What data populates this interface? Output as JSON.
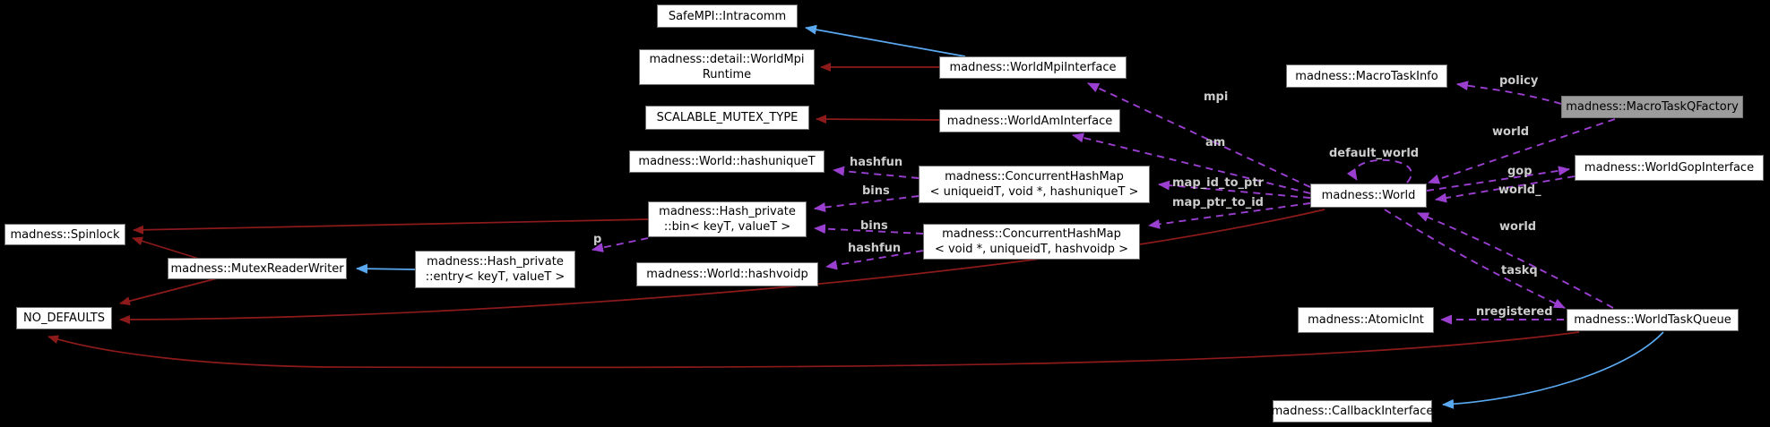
{
  "diagram": {
    "type": "collaboration-graph",
    "background": "#000000",
    "colors": {
      "inheritance_edge": "#8c1a1a",
      "usage_edge": "#9b3fd1",
      "template_edge": "#5aa9f0",
      "node_fill": "#ffffff",
      "node_border": "#6e6e6e",
      "highlight_node_fill": "#9c9c9c",
      "edge_label_text": "#cdcdcd"
    },
    "nodes": {
      "intracomm": {
        "lines": [
          "SafeMPI::Intracomm"
        ]
      },
      "world_mpi_runtime": {
        "lines": [
          "madness::detail::WorldMpi",
          "Runtime"
        ]
      },
      "scalable_mutex": {
        "lines": [
          "SCALABLE_MUTEX_TYPE"
        ]
      },
      "hashuniquet": {
        "lines": [
          "madness::World::hashuniqueT"
        ]
      },
      "bin": {
        "lines": [
          "madness::Hash_private",
          "::bin< keyT, valueT >"
        ]
      },
      "hashvoidp": {
        "lines": [
          "madness::World::hashvoidp"
        ]
      },
      "spinlock": {
        "lines": [
          "madness::Spinlock"
        ]
      },
      "mutexreaderwriter": {
        "lines": [
          "madness::MutexReaderWriter"
        ]
      },
      "entry": {
        "lines": [
          "madness::Hash_private",
          "::entry< keyT, valueT >"
        ]
      },
      "nodefaults": {
        "lines": [
          "NO_DEFAULTS"
        ]
      },
      "worldmpiinterface": {
        "lines": [
          "madness::WorldMpiInterface"
        ]
      },
      "worldaminterface": {
        "lines": [
          "madness::WorldAmInterface"
        ]
      },
      "chm_id_to_ptr": {
        "lines": [
          "madness::ConcurrentHashMap",
          "< uniqueidT, void *, hashuniqueT >"
        ]
      },
      "chm_ptr_to_id": {
        "lines": [
          "madness::ConcurrentHashMap",
          "< void *, uniqueidT, hashvoidp >"
        ]
      },
      "macrotaskinfo": {
        "lines": [
          "madness::MacroTaskInfo"
        ]
      },
      "macrotaskqfactory": {
        "lines": [
          "madness::MacroTaskQFactory"
        ]
      },
      "world": {
        "lines": [
          "madness::World"
        ]
      },
      "worldgopinterface": {
        "lines": [
          "madness::WorldGopInterface"
        ]
      },
      "atomicint": {
        "lines": [
          "madness::AtomicInt"
        ]
      },
      "worldtaskqueue": {
        "lines": [
          "madness::WorldTaskQueue"
        ]
      },
      "callbackinterface": {
        "lines": [
          "madness::CallbackInterface"
        ]
      }
    },
    "edge_labels": {
      "mpi": "mpi",
      "am": "am",
      "map_id_to_ptr": "map_id_to_ptr",
      "map_ptr_to_id": "map_ptr_to_id",
      "hashfun_1": "hashfun",
      "bins_1": "bins",
      "bins_2": "bins",
      "hashfun_2": "hashfun",
      "p": "p",
      "policy": "policy",
      "world_factory": "world",
      "default_world": "default_world",
      "gop": "gop",
      "world_underscore": "world_",
      "world_taskqueue": "world",
      "taskq": "taskq",
      "nregistered": "nregistered"
    }
  }
}
